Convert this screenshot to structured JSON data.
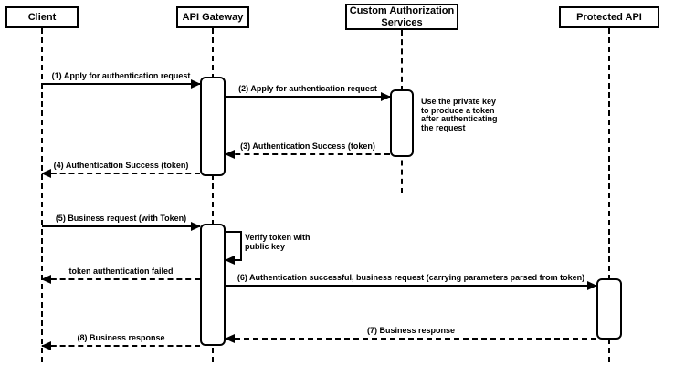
{
  "diagram": {
    "type": "sequence-diagram",
    "colors": {
      "stroke": "#000000",
      "fill": "#ffffff",
      "text": "#000000",
      "background": "#ffffff"
    },
    "participants": [
      {
        "label": "Client"
      },
      {
        "label": "API Gateway"
      },
      {
        "label": "Custom Authorization Services"
      },
      {
        "label": "Protected API"
      }
    ],
    "messages": [
      {
        "label": "(1) Apply for authentication request",
        "from": "Client",
        "to": "API Gateway",
        "line": "solid",
        "direction": "right"
      },
      {
        "label": "(2) Apply for authentication request",
        "from": "API Gateway",
        "to": "Custom Authorization Services",
        "line": "solid",
        "direction": "right"
      },
      {
        "label": "(3) Authentication Success (token)",
        "from": "Custom Authorization Services",
        "to": "API Gateway",
        "line": "dashed",
        "direction": "left"
      },
      {
        "label": "(4) Authentication Success (token)",
        "from": "API Gateway",
        "to": "Client",
        "line": "dashed",
        "direction": "left"
      },
      {
        "label": "(5) Business request (with Token)",
        "from": "Client",
        "to": "API Gateway",
        "line": "solid",
        "direction": "right"
      },
      {
        "label": "Verify token with public key",
        "from": "API Gateway",
        "to": "API Gateway",
        "line": "self",
        "direction": "self"
      },
      {
        "label": "token authentication failed",
        "from": "API Gateway",
        "to": "Client",
        "line": "dashed",
        "direction": "left"
      },
      {
        "label": "(6) Authentication successful, business request (carrying parameters parsed from token)",
        "from": "API Gateway",
        "to": "Protected API",
        "line": "solid",
        "direction": "right"
      },
      {
        "label": "(7) Business response",
        "from": "Protected API",
        "to": "API Gateway",
        "line": "dashed",
        "direction": "left"
      },
      {
        "label": "(8) Business response",
        "from": "API Gateway",
        "to": "Client",
        "line": "dashed",
        "direction": "left"
      }
    ],
    "note": {
      "text": "Use the private key to produce a token after authenticating the request",
      "attached_to": "Custom Authorization Services"
    }
  }
}
